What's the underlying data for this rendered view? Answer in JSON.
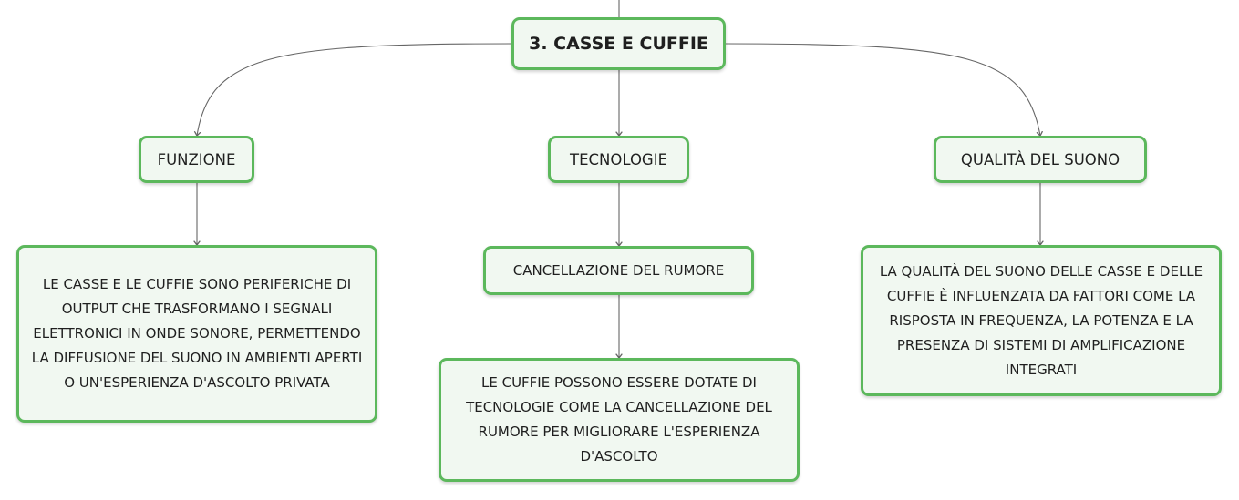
{
  "root": {
    "label": "3. CASSE E CUFFIE"
  },
  "branches": [
    {
      "label": "FUNZIONE",
      "description": "LE CASSE E LE CUFFIE SONO PERIFERICHE DI OUTPUT CHE TRASFORMANO I SEGNALI ELETTRONICI IN ONDE SONORE, PERMETTENDO LA DIFFUSIONE DEL SUONO IN AMBIENTI APERTI O UN'ESPERIENZA D'ASCOLTO PRIVATA"
    },
    {
      "label": "TECNOLOGIE",
      "child_label": "CANCELLAZIONE DEL RUMORE",
      "description": "LE CUFFIE POSSONO ESSERE DOTATE DI TECNOLOGIE COME LA CANCELLAZIONE DEL RUMORE PER MIGLIORARE L'ESPERIENZA D'ASCOLTO"
    },
    {
      "label": "QUALITÀ DEL SUONO",
      "description": "LA QUALITÀ DEL SUONO DELLE CASSE E DELLE CUFFIE È INFLUENZATA DA FATTORI COME LA RISPOSTA IN FREQUENZA, LA POTENZA E LA PRESENZA DI SISTEMI DI AMPLIFICAZIONE INTEGRATI"
    }
  ],
  "colors": {
    "node_border": "#5cb85c",
    "node_fill": "#f1f8f1",
    "connector": "#666666"
  }
}
